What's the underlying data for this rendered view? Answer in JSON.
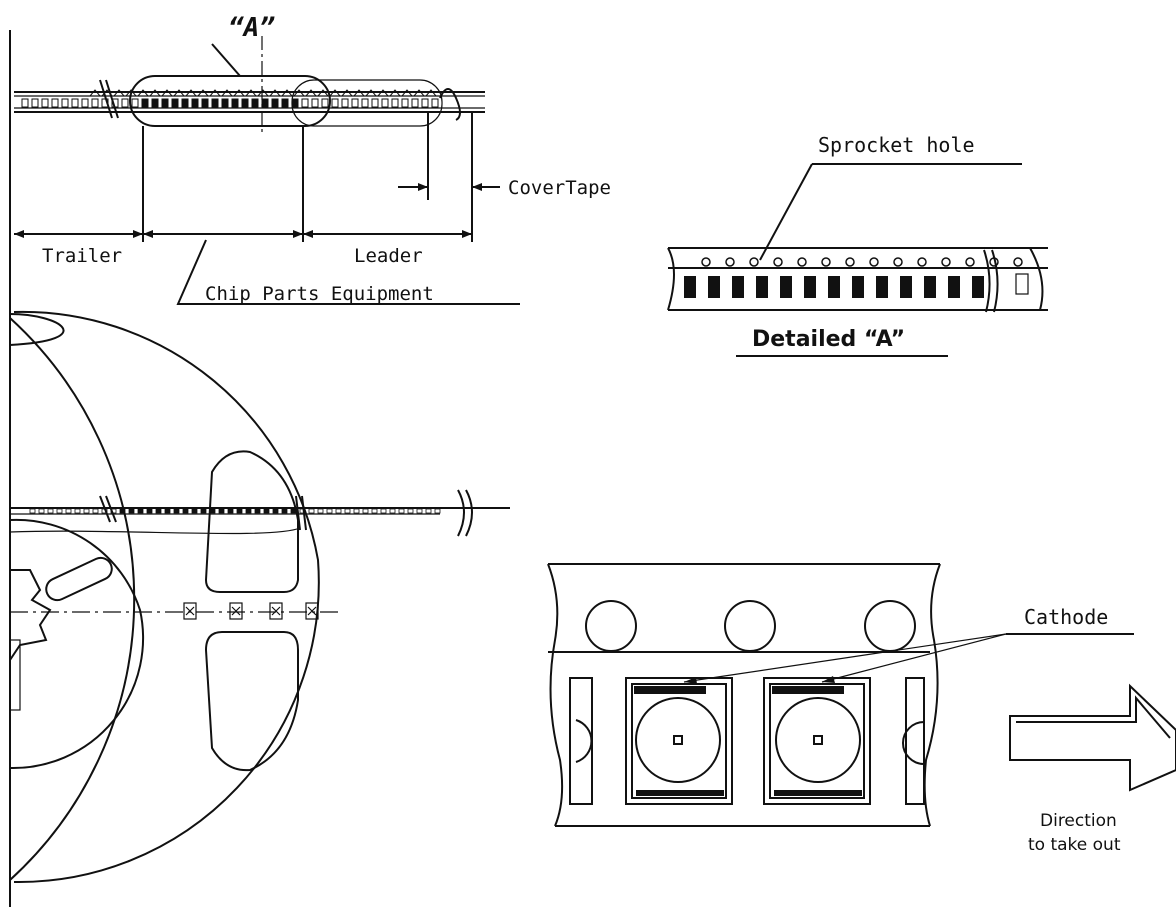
{
  "labels": {
    "detail_callout": "“A”",
    "cover_tape": "CoverTape",
    "trailer": "Trailer",
    "leader": "Leader",
    "chip_parts": "Chip Parts Equipment",
    "sprocket_hole": "Sprocket hole",
    "detailed_a": "Detailed “A”",
    "cathode": "Cathode",
    "direction_line1": "Direction",
    "direction_line2": "to take  out"
  },
  "colors": {
    "line": "#111111",
    "background": "#ffffff"
  }
}
